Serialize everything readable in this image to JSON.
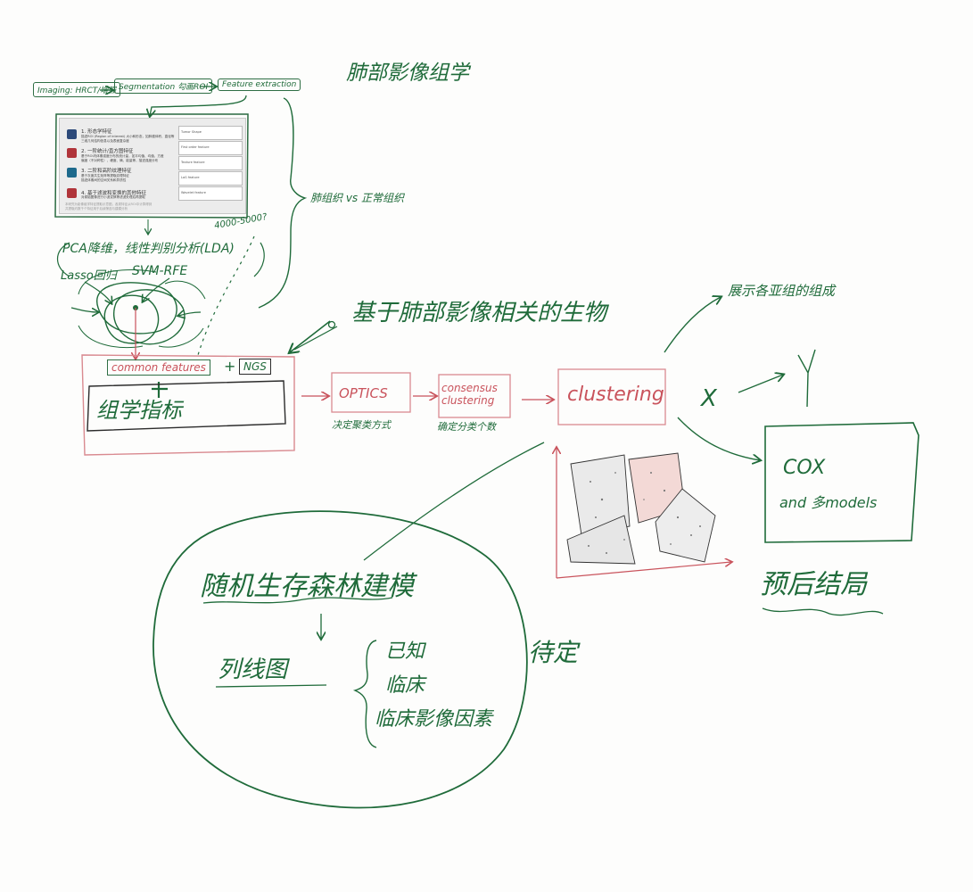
{
  "title": "肺部影像组学",
  "pipeline": {
    "step1": "Imaging: HRCT/增强",
    "step2": "Segmentation 勾画ROI",
    "step3": "Feature extraction"
  },
  "panel": {
    "items": [
      {
        "title": "1. 形态学特征",
        "desc1": "描述ROI (Region of interest) 大小和形态，如肿瘤体积、直径等",
        "desc2": "三维几何结构信息以及表面复杂度"
      },
      {
        "title": "2. 一阶统计/直方图特征",
        "desc1": "基于ROI内体素强度分布的统计量，如平均值、均值、方差",
        "desc2": "偏度（不对称性）、峰度、熵、能量等，描述强度分布"
      },
      {
        "title": "3. 二阶和高阶纹理特征",
        "desc1": "基于灰度共生矩阵等提取纹理特征",
        "desc2": "描述体素间的空间关系和异质性"
      },
      {
        "title": "4. 基于滤波和变换的其他特征",
        "desc1": "对原始图像进行小波变换等滤波处理后再提取",
        "desc2": ""
      }
    ],
    "cards": [
      "Tumor Shape",
      "First order feature",
      "Texture feature",
      "LoG feature",
      "Wavelet feature"
    ],
    "footnote1": "本研究为影像组学特征提取示意图，各类特征从ROI中计算得到",
    "footnote2": "共提取约数千个特征用于后续筛选与建模分析"
  },
  "labels": {
    "brace_note": "肺组织 vs 正常组织",
    "count_note": "4000-5000?",
    "dimreduction": "PCA降维，线性判别分析(LDA)",
    "lasso": "Lasso回归",
    "svm": "SVM-RFE",
    "common": "common features",
    "plus": "+",
    "ngs": "NGS",
    "combined": "组学指标",
    "optics": "OPTICS",
    "optics_sub": "决定聚类方式",
    "consensus": "consensus clustering",
    "consensus_sub": "确定分类个数",
    "clustering": "clustering",
    "biology": "基于肺部影像相关的生物",
    "composition": "展示各亚组的组成",
    "x": "X",
    "y": "Y",
    "cox": "COX",
    "cox2": "and 多models",
    "outcome": "预后结局",
    "rf": "随机生存森林建模",
    "nomogram": "列线图",
    "factor1": "已知",
    "factor2": "临床",
    "factor3": "临床影像因素",
    "pending": "待定"
  },
  "colors": {
    "green": "#1f6b3a",
    "red": "#c9535c",
    "paper": "#fdfdfc"
  }
}
